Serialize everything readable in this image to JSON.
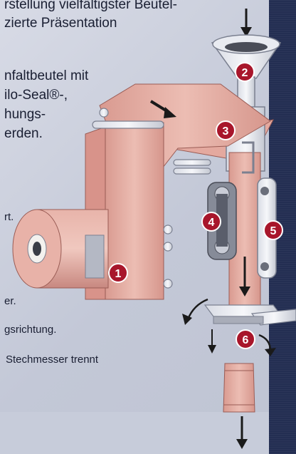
{
  "intro": {
    "line1": "rstellung vielfältigster Beutel-",
    "line2": "zierte Präsentation"
  },
  "description": {
    "line1": "nfaltbeutel mit",
    "line2": "ilo-Seal®-,",
    "line3": "hungs-",
    "line4": "erden."
  },
  "steps": {
    "step_a": "rt.",
    "step_b": "er.",
    "step_c": "gsrichtung.",
    "step_d": "Stechmesser trennt"
  },
  "markers": [
    "1",
    "2",
    "3",
    "4",
    "5",
    "6"
  ],
  "colors": {
    "marker": "#a8162b",
    "film": "#e2aaa0",
    "navy": "#232e52",
    "background": "#c8cdda"
  }
}
